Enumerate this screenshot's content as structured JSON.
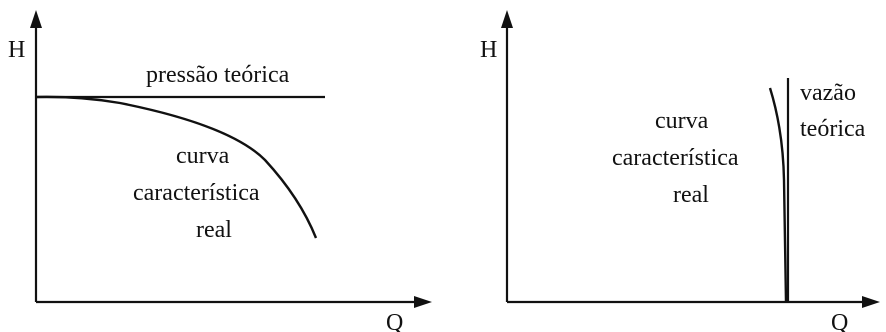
{
  "left_panel": {
    "y_axis_label": "H",
    "x_axis_label": "Q",
    "theoretical_line_label": "pressão teórica",
    "curve_label_lines": [
      "curva",
      "característica",
      "real"
    ]
  },
  "right_panel": {
    "y_axis_label": "H",
    "x_axis_label": "Q",
    "theoretical_line_label_lines": [
      "vazão",
      "teórica"
    ],
    "curve_label_lines": [
      "curva",
      "característica",
      "real"
    ]
  },
  "colors": {
    "ink": "#111111",
    "background": "#ffffff"
  }
}
